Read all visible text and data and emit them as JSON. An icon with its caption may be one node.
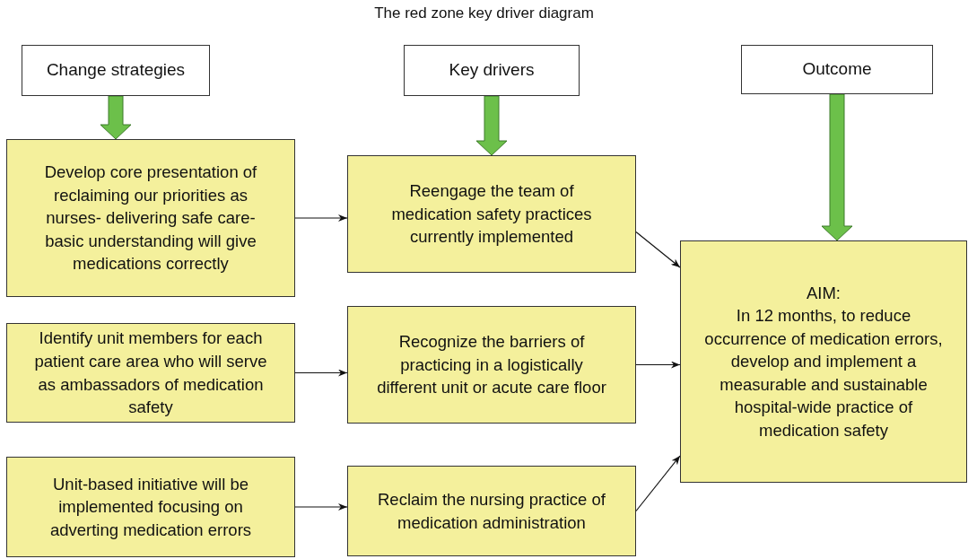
{
  "diagram": {
    "title": "The red zone key driver diagram",
    "nodes": [
      {
        "text": [
          "Change strategies"
        ]
      },
      {
        "text": [
          "Key drivers"
        ]
      },
      {
        "text": [
          "Outcome"
        ]
      },
      {
        "text": [
          "Develop core presentation of reclaiming our priorities as nurses- delivering safe care- basic understanding will give medications correctly"
        ]
      },
      {
        "text": [
          "Reengage the team of medication safety practices currently implemented"
        ]
      },
      {
        "text": [
          "AIM:",
          "In 12 months, to reduce occurrence of medication errors, develop and implement a measurable and sustainable hospital-wide practice of medication safety"
        ]
      },
      {
        "text": [
          "Identify unit members for each patient care area who will serve as ambassadors of medication safety"
        ]
      },
      {
        "text": [
          "Recognize the barriers of practicing in a logistically different unit or acute care floor"
        ]
      },
      {
        "text": [
          "Unit-based initiative will be implemented focusing on adverting medication errors"
        ]
      },
      {
        "text": [
          "Reclaim the nursing practice of medication administration"
        ]
      }
    ],
    "edges": [
      {
        "from": 0,
        "to": 3,
        "arrow": "to",
        "style": "thick",
        "color": "#6cc04a"
      },
      {
        "from": 1,
        "to": 4,
        "arrow": "to",
        "style": "thick",
        "color": "#6cc04a"
      },
      {
        "from": 2,
        "to": 5,
        "arrow": "to",
        "style": "thick",
        "color": "#6cc04a"
      },
      {
        "from": 3,
        "to": 4,
        "arrow": "to"
      },
      {
        "from": 6,
        "to": 7,
        "arrow": "to"
      },
      {
        "from": 8,
        "to": 9,
        "arrow": "to"
      },
      {
        "from": 4,
        "to": 5,
        "arrow": "to"
      },
      {
        "from": 7,
        "to": 5,
        "arrow": "to"
      },
      {
        "from": 9,
        "to": 5,
        "arrow": "to"
      }
    ]
  }
}
